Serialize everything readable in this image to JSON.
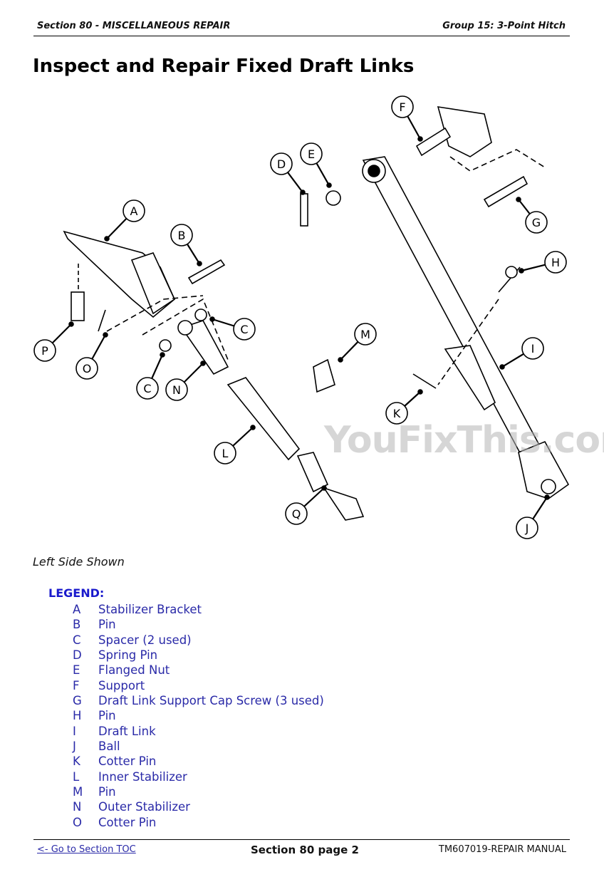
{
  "header": {
    "section": "Section 80 - MISCELLANEOUS REPAIR",
    "group": "Group 15: 3-Point Hitch"
  },
  "title": "Inspect and Repair Fixed Draft Links",
  "diagram": {
    "callouts": [
      "A",
      "B",
      "C",
      "C",
      "D",
      "E",
      "F",
      "G",
      "H",
      "I",
      "J",
      "K",
      "L",
      "M",
      "N",
      "O",
      "P",
      "Q"
    ],
    "watermark": "YouFixThis.com"
  },
  "caption": "Left Side Shown",
  "legend": {
    "title": "LEGEND:",
    "items": [
      {
        "key": "A",
        "label": "Stabilizer Bracket"
      },
      {
        "key": "B",
        "label": "Pin"
      },
      {
        "key": "C",
        "label": "Spacer (2 used)"
      },
      {
        "key": "D",
        "label": "Spring Pin"
      },
      {
        "key": "E",
        "label": "Flanged Nut"
      },
      {
        "key": "F",
        "label": "Support"
      },
      {
        "key": "G",
        "label": "Draft Link Support Cap Screw (3 used)"
      },
      {
        "key": "H",
        "label": "Pin"
      },
      {
        "key": "I",
        "label": "Draft Link"
      },
      {
        "key": "J",
        "label": "Ball"
      },
      {
        "key": "K",
        "label": "Cotter Pin"
      },
      {
        "key": "L",
        "label": "Inner Stabilizer"
      },
      {
        "key": "M",
        "label": "Pin"
      },
      {
        "key": "N",
        "label": "Outer Stabilizer"
      },
      {
        "key": "O",
        "label": "Cotter Pin"
      }
    ]
  },
  "footer": {
    "toc_link": "<- Go to Section TOC",
    "page": "Section 80 page 2",
    "manual": "TM607019-REPAIR MANUAL"
  }
}
